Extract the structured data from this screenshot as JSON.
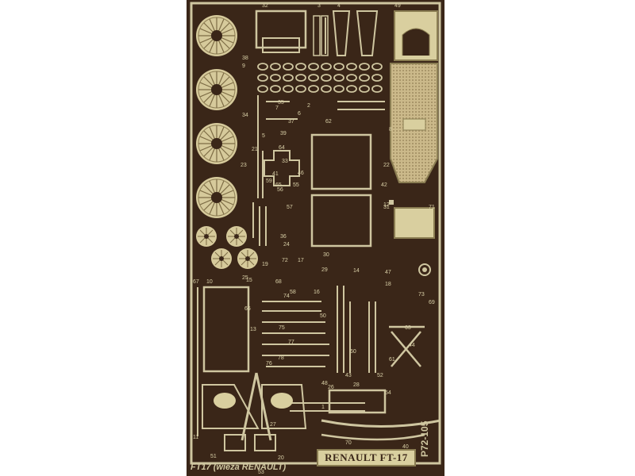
{
  "sheet": {
    "caption": "FT17 (wieża RENAULT)",
    "nameplate": "RENAULT FT-17",
    "product_code": "P72-105"
  },
  "colors": {
    "background": "#ffffff",
    "fret": "#3a2618",
    "brass": "#cfc6a0",
    "nameplate": "#d9cf9f"
  },
  "part_numbers": [
    "32",
    "3",
    "4",
    "49",
    "38",
    "35",
    "6",
    "2",
    "7",
    "34",
    "37",
    "39",
    "64",
    "33",
    "23",
    "41",
    "56",
    "55",
    "42",
    "12",
    "67",
    "19",
    "72",
    "24",
    "17",
    "68",
    "10",
    "25",
    "74",
    "13",
    "75",
    "60",
    "77",
    "43",
    "76",
    "78",
    "11",
    "26",
    "27",
    "28",
    "15",
    "66",
    "18",
    "29",
    "14",
    "47",
    "73",
    "51",
    "54",
    "48",
    "40",
    "20",
    "53",
    "70",
    "9",
    "31",
    "71",
    "1",
    "61",
    "44",
    "52",
    "50",
    "63",
    "69",
    "30",
    "36",
    "57",
    "59",
    "46",
    "5",
    "21",
    "22",
    "65",
    "16",
    "58",
    "62",
    "8"
  ]
}
